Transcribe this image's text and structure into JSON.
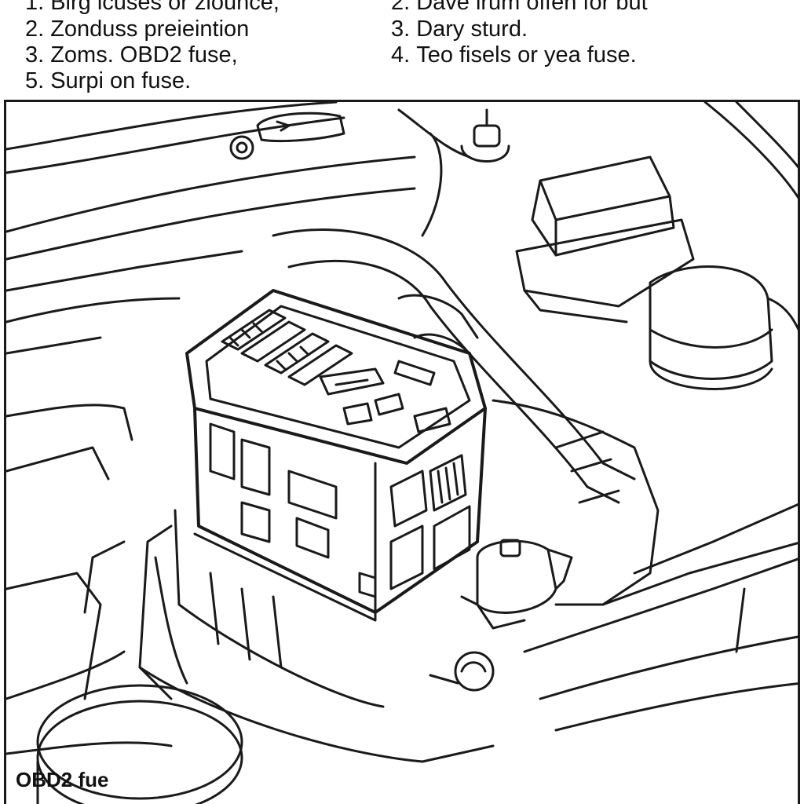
{
  "legend": [
    {
      "num": "1.",
      "text": "Birg icuses or ziounce,"
    },
    {
      "num": "2.",
      "text": "Dave irum offen for but"
    },
    {
      "num": "2.",
      "text": "Zonduss preieintion"
    },
    {
      "num": "3.",
      "text": "Dary sturd."
    },
    {
      "num": "3.",
      "text": "Zoms. OBD2 fuse,"
    },
    {
      "num": "4.",
      "text": "Teo fisels or yea fuse."
    },
    {
      "num": "5.",
      "text": "Surpi on fuse."
    }
  ],
  "callout": {
    "label": "OBD2 fue"
  },
  "colors": {
    "line": "#1a1a1a",
    "background": "#ffffff"
  }
}
